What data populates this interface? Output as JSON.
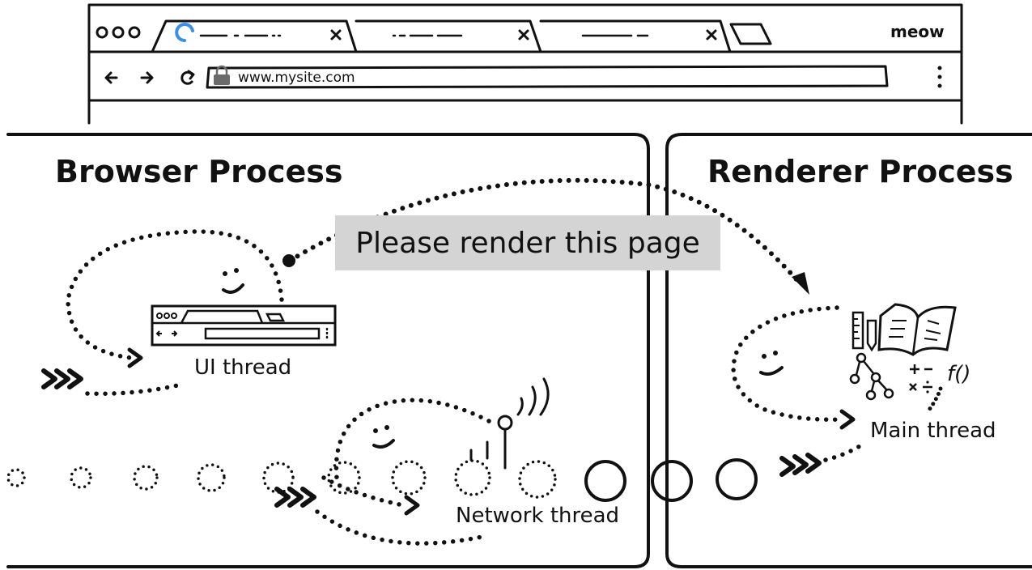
{
  "browser_window": {
    "brand": "meow",
    "tabs": [
      {
        "state": "loading"
      },
      {
        "state": "idle"
      },
      {
        "state": "idle"
      }
    ],
    "address": "www.mysite.com",
    "nav_icons": [
      "back-arrow-icon",
      "forward-arrow-icon",
      "reload-icon",
      "lock-icon",
      "more-vertical-icon"
    ]
  },
  "processes": {
    "browser": {
      "title": "Browser Process"
    },
    "renderer": {
      "title": "Renderer Process"
    }
  },
  "message": {
    "text": "Please render this page",
    "background": "#d4d4d4"
  },
  "threads": {
    "ui": {
      "label": "UI thread"
    },
    "network": {
      "label": "Network thread"
    },
    "main": {
      "label": "Main thread",
      "math_glyph": "f()"
    }
  },
  "colors": {
    "ink": "#111111",
    "spinner": "#3b8fe8",
    "message_bg": "#d4d4d4"
  }
}
